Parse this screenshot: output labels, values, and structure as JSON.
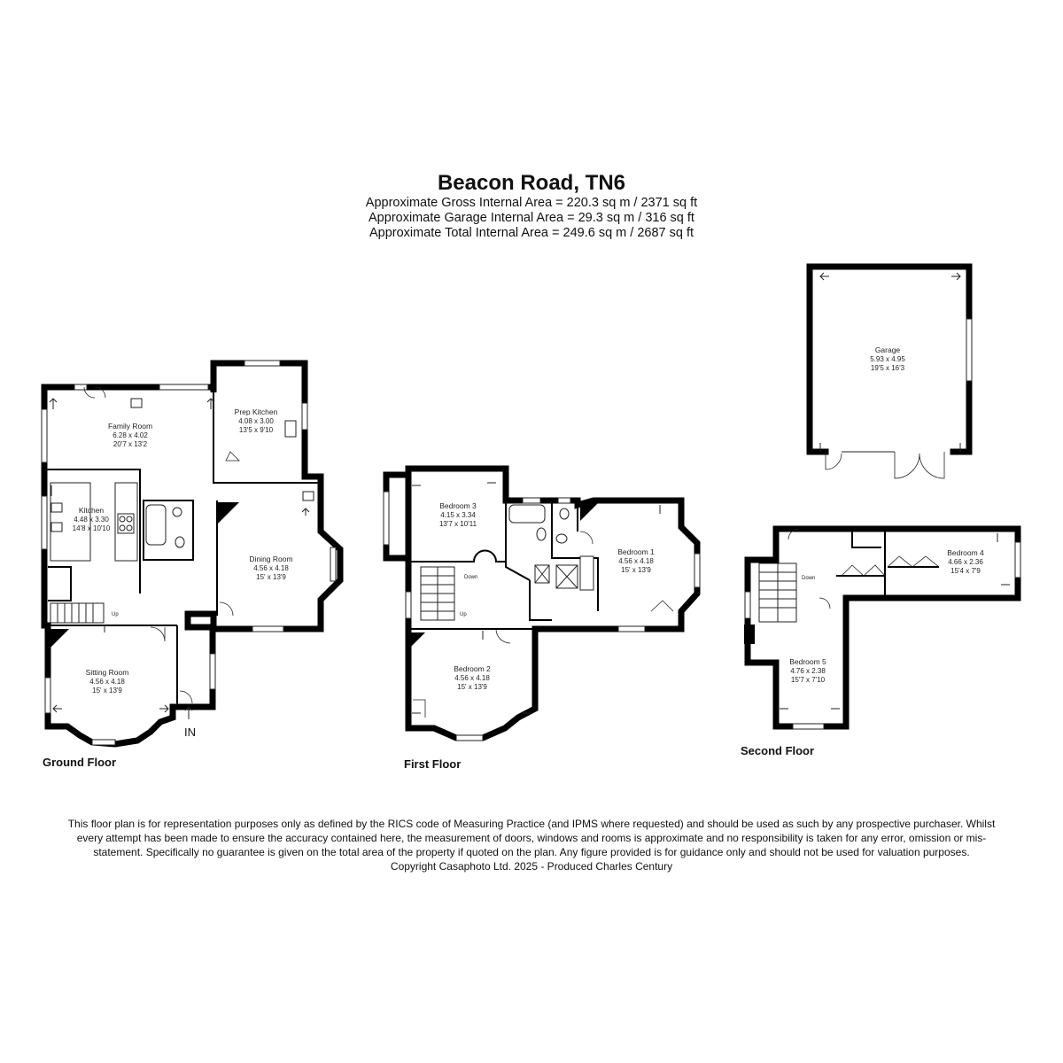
{
  "header": {
    "title": "Beacon Road, TN6",
    "gross_area": "Approximate Gross Internal Area = 220.3 sq m / 2371 sq ft",
    "garage_area": "Approximate Garage Internal Area = 29.3 sq m / 316 sq ft",
    "total_area": "Approximate Total Internal Area = 249.6 sq m / 2687 sq ft"
  },
  "floors": {
    "ground": "Ground Floor",
    "first": "First Floor",
    "second": "Second Floor"
  },
  "rooms": {
    "family_room": {
      "name": "Family Room",
      "metric": "6.28 x 4.02",
      "imperial": "20'7 x 13'2"
    },
    "prep_kitchen": {
      "name": "Prep Kitchen",
      "metric": "4.08 x 3.00",
      "imperial": "13'5 x 9'10"
    },
    "kitchen": {
      "name": "Kitchen",
      "metric": "4.48 x 3.30",
      "imperial": "14'8 x 10'10"
    },
    "dining_room": {
      "name": "Dining Room",
      "metric": "4.56 x 4.18",
      "imperial": "15' x 13'9"
    },
    "sitting_room": {
      "name": "Sitting Room",
      "metric": "4.56 x 4.18",
      "imperial": "15' x 13'9"
    },
    "bedroom_3": {
      "name": "Bedroom 3",
      "metric": "4.15 x 3.34",
      "imperial": "13'7 x 10'11"
    },
    "bedroom_1": {
      "name": "Bedroom 1",
      "metric": "4.56 x 4.18",
      "imperial": "15' x 13'9"
    },
    "bedroom_2": {
      "name": "Bedroom 2",
      "metric": "4.56 x 4.18",
      "imperial": "15' x 13'9"
    },
    "garage": {
      "name": "Garage",
      "metric": "5.93 x 4.95",
      "imperial": "19'5 x 16'3"
    },
    "bedroom_4": {
      "name": "Bedroom 4",
      "metric": "4.66 x 2.36",
      "imperial": "15'4 x 7'9"
    },
    "bedroom_5": {
      "name": "Bedroom 5",
      "metric": "4.76 x 2.38",
      "imperial": "15'7 x 7'10"
    }
  },
  "stair_labels": {
    "ground_up": "Up",
    "first_down": "Down",
    "first_up": "Up",
    "second_down": "Down"
  },
  "entrance_label": "IN",
  "footer": {
    "disclaimer": "This floor plan is for representation purposes only as defined by the RICS code of Measuring Practice (and IPMS where requested) and should be used as such by any prospective purchaser. Whilst every attempt has been made to ensure the accuracy contained here, the measurement of doors, windows and rooms is approximate and no responsibility is taken for any error, omission or mis-statement. Specifically no guarantee is given on the total area of the property if quoted on the plan. Any figure provided is for guidance only and should not be used for valuation purposes.",
    "copyright": "Copyright Casaphoto Ltd. 2025 - Produced Charles Century"
  }
}
